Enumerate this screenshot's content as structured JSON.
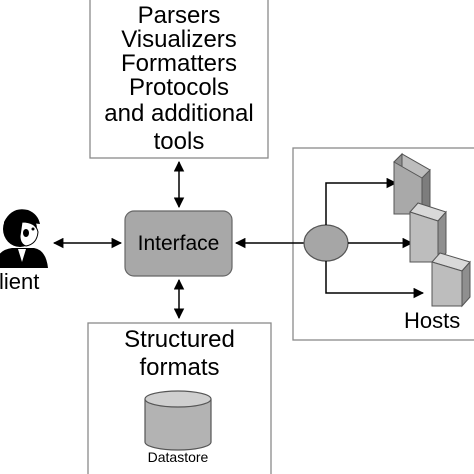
{
  "tools_box": {
    "lines": [
      "Parsers",
      "Visualizers",
      "Formatters",
      "Protocols",
      "and additional",
      "tools"
    ]
  },
  "interface": {
    "label": "Interface"
  },
  "formats_box": {
    "lines": [
      "Structured",
      "formats"
    ]
  },
  "datastore": {
    "label": "Datastore"
  },
  "hosts": {
    "label": "Hosts",
    "count": 3
  },
  "client": {
    "label": "lient"
  },
  "colors": {
    "interface_fill": "#a8a8a8",
    "box_stroke": "#8a8a8a",
    "host_light": "#d9d9d9",
    "host_mid": "#bdbdbd",
    "host_dark": "#8f8f8f",
    "hub_fill": "#a6a6a6"
  }
}
